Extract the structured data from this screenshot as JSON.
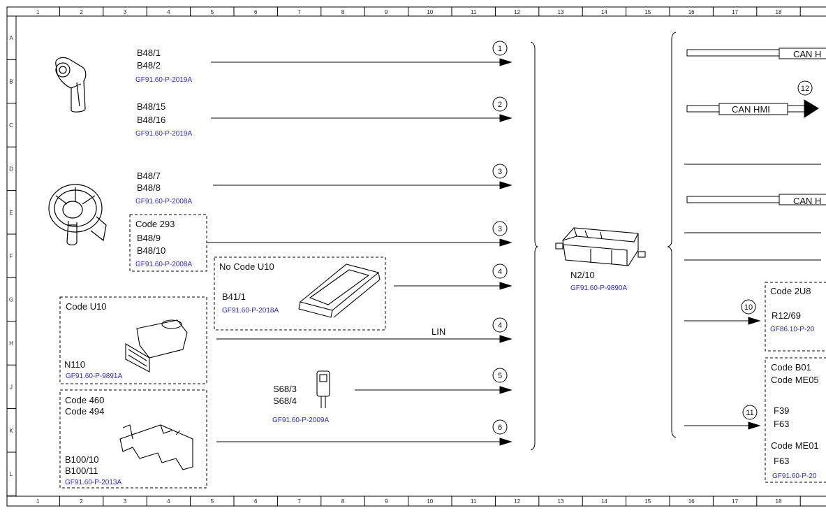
{
  "grid": {
    "columns": [
      "1",
      "2",
      "3",
      "4",
      "5",
      "6",
      "7",
      "8",
      "9",
      "10",
      "11",
      "12",
      "13",
      "14",
      "15",
      "16",
      "17",
      "18"
    ],
    "rows": [
      "A",
      "B",
      "C",
      "D",
      "E",
      "F",
      "G",
      "H",
      "J",
      "K",
      "L"
    ]
  },
  "components": {
    "b48_1": "B48/1",
    "b48_2": "B48/2",
    "ref_2019a_1": "GF91.60-P-2019A",
    "b48_15": "B48/15",
    "b48_16": "B48/16",
    "ref_2019a_2": "GF91.60-P-2019A",
    "b48_7": "B48/7",
    "b48_8": "B48/8",
    "ref_2008a_1": "GF91.60-P-2008A",
    "code_293": "Code 293",
    "b48_9": "B48/9",
    "b48_10": "B48/10",
    "ref_2008a_2": "GF91.60-P-2008A",
    "no_code_u10": "No Code U10",
    "b41_1": "B41/1",
    "ref_2018a": "GF91.60-P-2018A",
    "code_u10": "Code U10",
    "n110": "N110",
    "ref_9891a": "GF91.60-P-9891A",
    "lin": "LIN",
    "s68_3": "S68/3",
    "s68_4": "S68/4",
    "ref_2009a": "GF91.60-P-2009A",
    "code_460": "Code 460",
    "code_494": "Code 494",
    "b100_10": "B100/10",
    "b100_11": "B100/11",
    "ref_2013a": "GF91.60-P-2013A",
    "n2_10": "N2/10",
    "ref_9890a": "GF91.60-P-9890A",
    "can_h_1": "CAN H",
    "can_hmi": "CAN HMI",
    "can_h_2": "CAN H",
    "code_2u8": "Code 2U8",
    "r12_69": "R12/69",
    "ref_gf86": "GF86.10-P-20",
    "code_b01": "Code B01",
    "code_me05": "Code ME05",
    "f39": "F39",
    "f63_1": "F63",
    "code_me01": "Code ME01",
    "f63_2": "F63",
    "ref_gf91_20": "GF91.60-P-20"
  },
  "markers": {
    "m1": "1",
    "m2": "2",
    "m3a": "3",
    "m3b": "3",
    "m4a": "4",
    "m4b": "4",
    "m5": "5",
    "m6": "6",
    "m10": "10",
    "m11": "11",
    "m12": "12"
  }
}
